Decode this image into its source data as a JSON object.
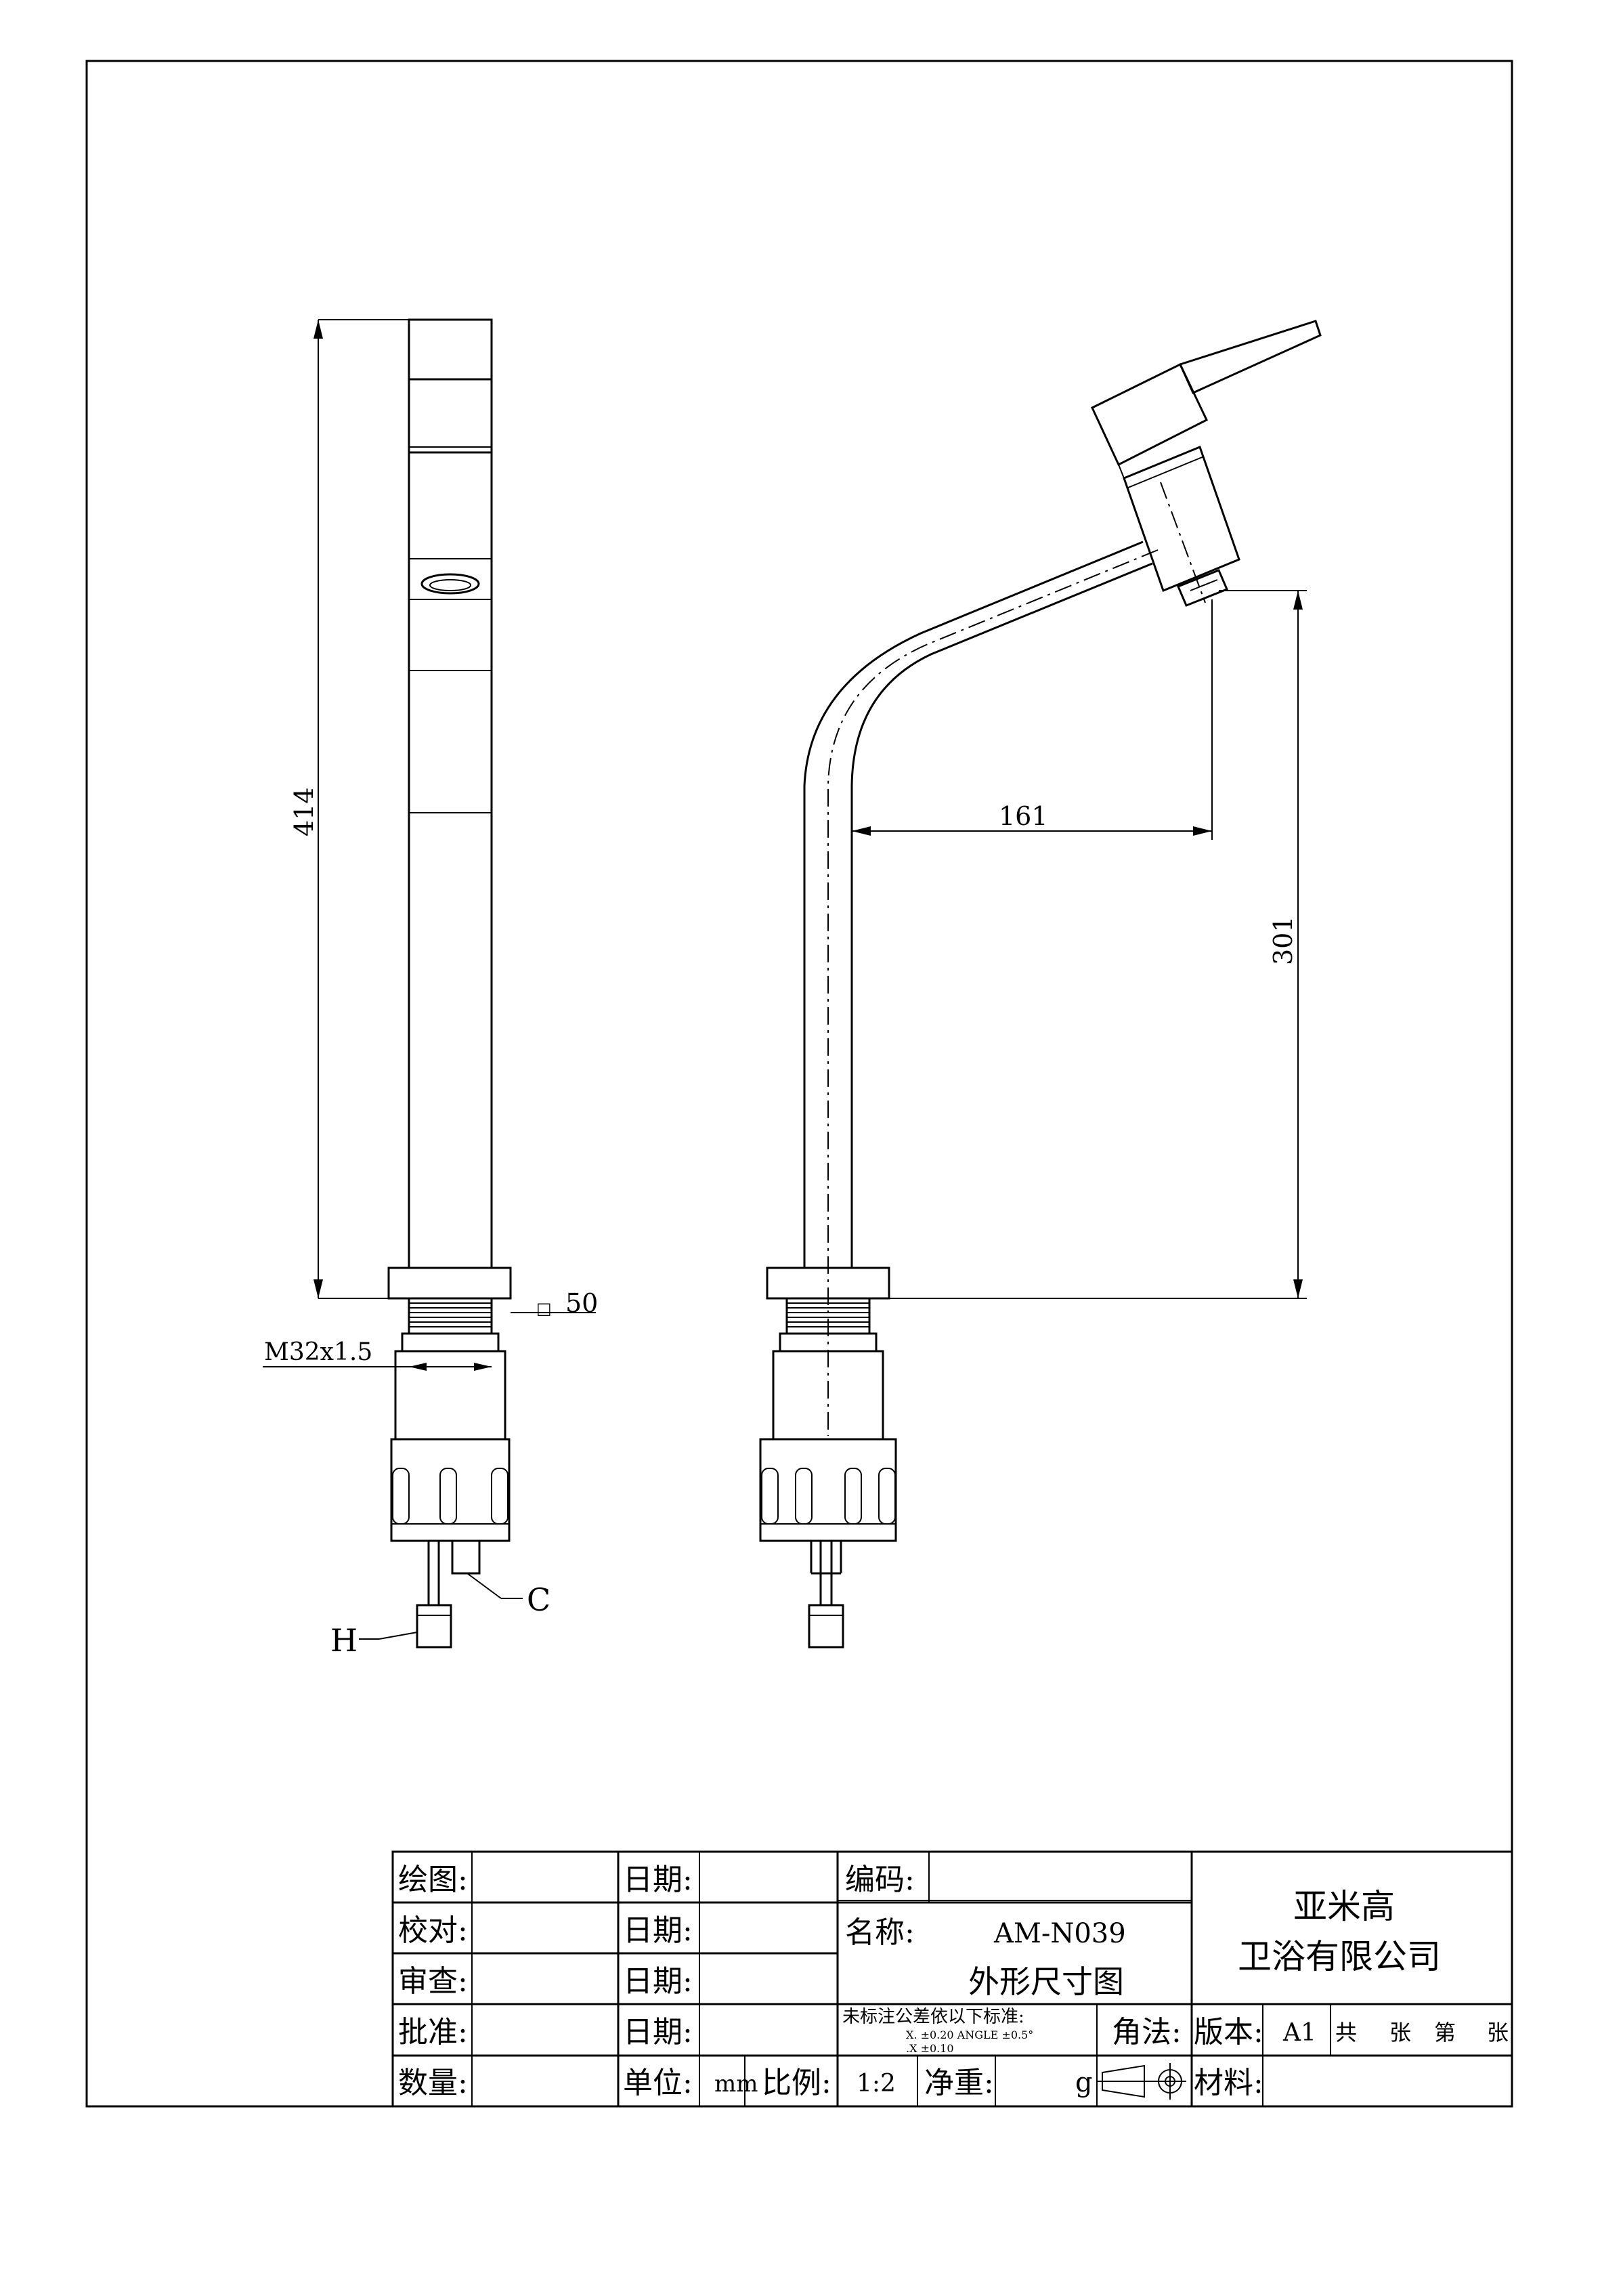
{
  "dimensions": {
    "height_total": "414",
    "base_square": "50",
    "thread": "M32x1.5",
    "reach": "161",
    "spout_height": "301",
    "square_symbol": "□"
  },
  "callouts": {
    "hot": "H",
    "cold": "C"
  },
  "title_block": {
    "drawn_label": "绘图:",
    "checked_label": "校对:",
    "reviewed_label": "审查:",
    "approved_label": "批准:",
    "quantity_label": "数量:",
    "date_label": "日期:",
    "unit_label": "单位:",
    "unit_value": "mm",
    "scale_label": "比例:",
    "scale_value": "1:2",
    "weight_label": "净重:",
    "weight_unit": "g",
    "code_label": "编码:",
    "name_label": "名称:",
    "model": "AM-N039",
    "drawing_title": "外形尺寸图",
    "tolerance_title": "未标注公差依以下标准:",
    "tolerance_line1": "X.     ±0.20  ANGLE  ±0.5°",
    "tolerance_line2": ".X     ±0.10",
    "projection_label": "角法:",
    "version_label": "版本:",
    "version_value": "A1",
    "sheets_total": "共",
    "sheets_unit_1": "张",
    "sheet_no": "第",
    "sheets_unit_2": "张",
    "material_label": "材料:",
    "company_line1": "亚米高",
    "company_line2": "卫浴有限公司"
  }
}
